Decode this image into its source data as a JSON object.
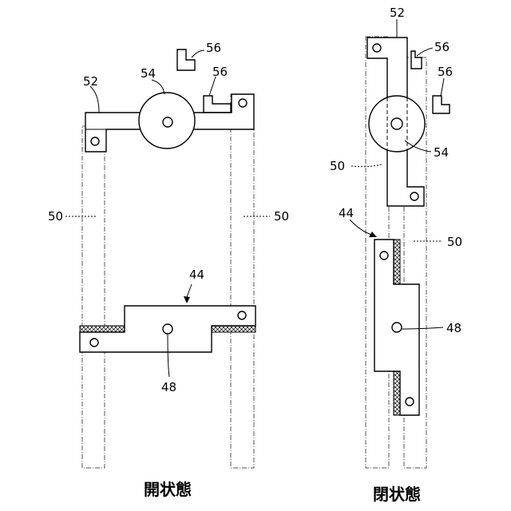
{
  "left_view": {
    "caption": "開状態",
    "labels": {
      "52": "52",
      "54": "54",
      "56a": "56",
      "56b": "56",
      "50a": "50",
      "50b": "50",
      "44": "44",
      "48": "48"
    }
  },
  "right_view": {
    "caption": "閉状態",
    "labels": {
      "52": "52",
      "56a": "56",
      "56b": "56",
      "54": "54",
      "50a": "50",
      "44": "44",
      "50b": "50",
      "48": "48"
    }
  }
}
